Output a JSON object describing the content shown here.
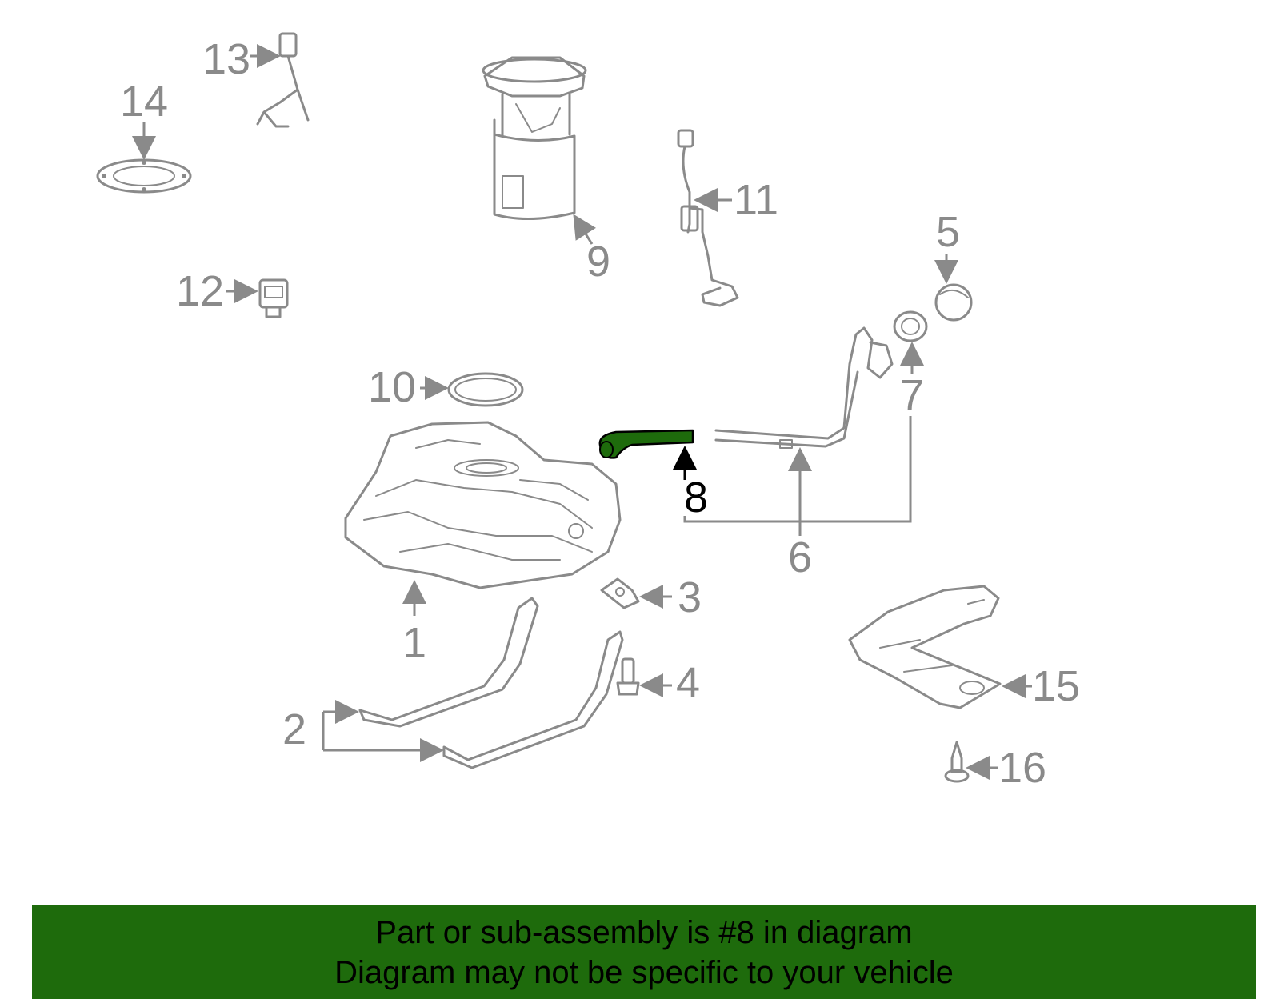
{
  "diagram": {
    "highlight_color": "#1e6b0c",
    "line_color": "#8a8a8a",
    "callouts": [
      "1",
      "2",
      "3",
      "4",
      "5",
      "6",
      "7",
      "8",
      "9",
      "10",
      "11",
      "12",
      "13",
      "14",
      "15",
      "16"
    ],
    "highlighted_part": "8"
  },
  "footer": {
    "line1": "Part or sub-assembly is #8 in diagram",
    "line2": "Diagram may not be specific to your vehicle",
    "background": "#1e6b0c"
  }
}
